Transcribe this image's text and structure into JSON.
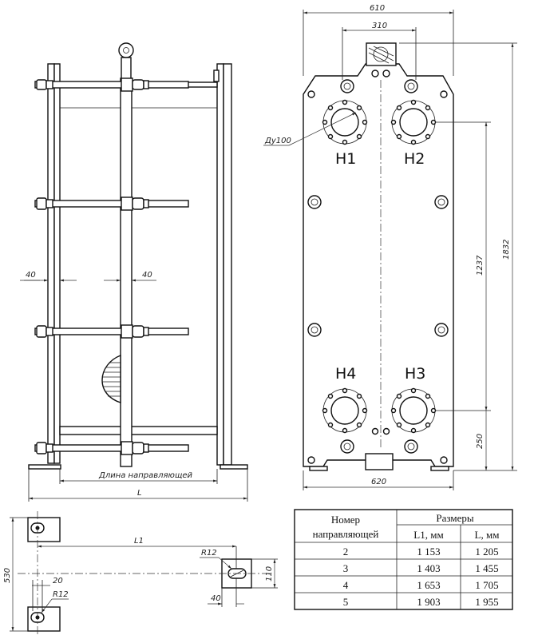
{
  "front_view": {
    "dimensions": {
      "d40_left": "40",
      "d40_right": "40",
      "guide_length": "Длина направляющей",
      "total_length": "L"
    }
  },
  "side_view": {
    "dimensions": {
      "width_top": "610",
      "port_spacing": "310",
      "height_total": "1832",
      "port_vertical": "1237",
      "port_bottom": "250",
      "width_bottom": "620",
      "nozzle": "Ду100"
    },
    "ports": [
      "H1",
      "H2",
      "H4",
      "H3"
    ]
  },
  "guide_detail": {
    "dimensions": {
      "l1": "L1",
      "height": "530",
      "r12_top": "R12",
      "r12_bottom": "R12",
      "w20": "20",
      "w40": "40",
      "h110": "110"
    }
  },
  "table": {
    "header_col1": "Номер",
    "header_col1_line2": "направляющей",
    "header_group": "Размеры",
    "header_l1": "L1, мм",
    "header_l": "L, мм",
    "rows": [
      {
        "num": "2",
        "l1": "1 153",
        "l": "1 205"
      },
      {
        "num": "3",
        "l1": "1 403",
        "l": "1 455"
      },
      {
        "num": "4",
        "l1": "1 653",
        "l": "1 705"
      },
      {
        "num": "5",
        "l1": "1 903",
        "l": "1 955"
      }
    ]
  }
}
